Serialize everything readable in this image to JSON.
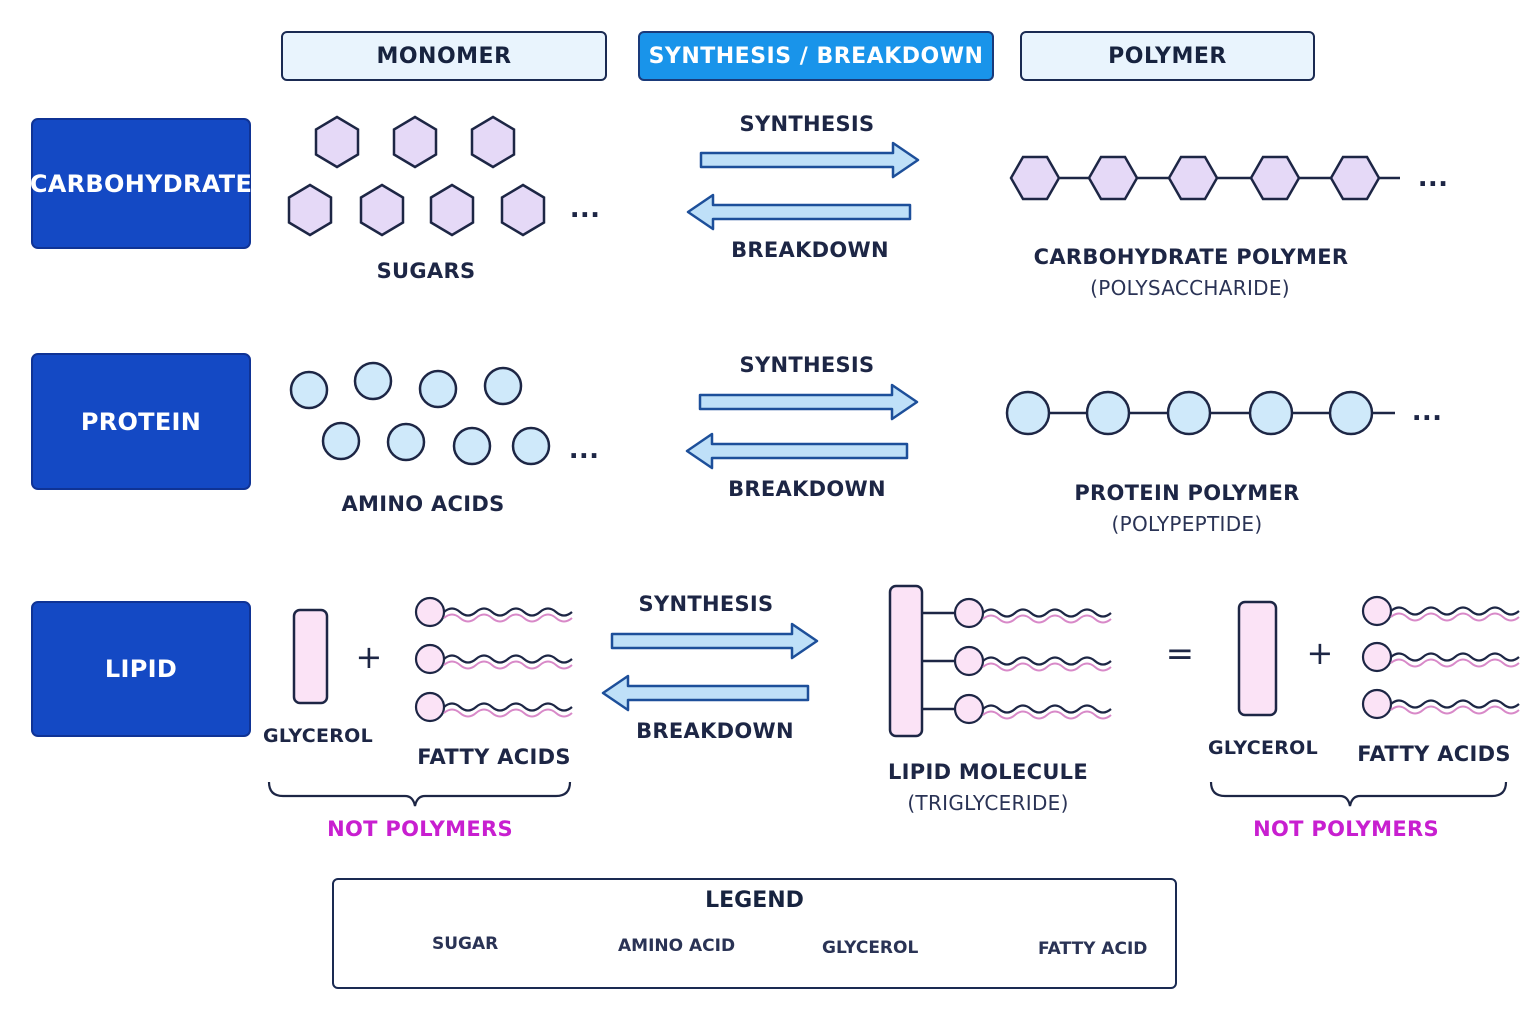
{
  "header": {
    "monomer": "MONOMER",
    "synthesis_breakdown": "SYNTHESIS / BREAKDOWN",
    "polymer": "POLYMER"
  },
  "rows": {
    "carbohydrate": {
      "label": "CARBOHYDRATE",
      "monomer_label": "SUGARS",
      "synthesis": "SYNTHESIS",
      "breakdown": "BREAKDOWN",
      "polymer_label": "CARBOHYDRATE POLYMER",
      "polymer_sub": "(POLYSACCHARIDE)",
      "ellipsis": "..."
    },
    "protein": {
      "label": "PROTEIN",
      "monomer_label": "AMINO ACIDS",
      "synthesis": "SYNTHESIS",
      "breakdown": "BREAKDOWN",
      "polymer_label": "PROTEIN POLYMER",
      "polymer_sub": "(POLYPEPTIDE)",
      "ellipsis": "..."
    },
    "lipid": {
      "label": "LIPID",
      "plus": "+",
      "equals": "=",
      "glycerol": "GLYCEROL",
      "fatty_acids": "FATTY ACIDS",
      "synthesis": "SYNTHESIS",
      "breakdown": "BREAKDOWN",
      "molecule_label": "LIPID MOLECULE",
      "molecule_sub": "(TRIGLYCERIDE)",
      "not_polymers": "NOT POLYMERS"
    }
  },
  "legend": {
    "title": "LEGEND",
    "items": [
      "SUGAR",
      "AMINO ACID",
      "GLYCEROL",
      "FATTY ACID"
    ]
  },
  "colors": {
    "row_header": "#1449c4",
    "active_header": "#1994ea",
    "sugar_fill": "#e5d9f7",
    "amino_fill": "#cfe9fa",
    "lipid_fill": "#fbe3f6",
    "arrow_fill": "#bfe0f8",
    "not_polymers": "#c81fd0"
  }
}
